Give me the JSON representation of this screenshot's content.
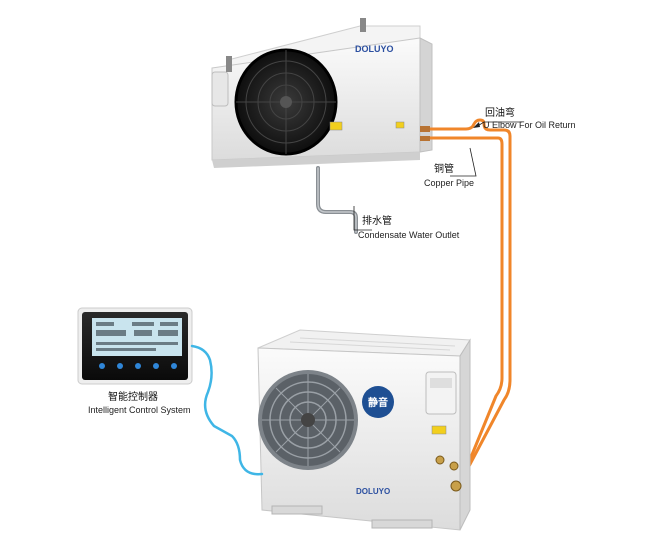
{
  "brand": "DOLUYO",
  "outdoor_unit_badge": "静音",
  "labels": {
    "oil_return_cn": "回油弯",
    "oil_return_en": "U Elbow For Oil Return",
    "copper_pipe_cn": "铜管",
    "copper_pipe_en": "Copper Pipe",
    "drain_cn": "排水管",
    "drain_en": "Condensate Water Outlet",
    "controller_cn": "智能控制器",
    "controller_en": "Intelligent Control System"
  },
  "colors": {
    "copper_pipe": "#f0862a",
    "control_cable": "#3fb6e6",
    "drain_pipe": "#8a8f94",
    "unit_body": "#eeeeee",
    "controller_screen": "#c9e4ee"
  }
}
